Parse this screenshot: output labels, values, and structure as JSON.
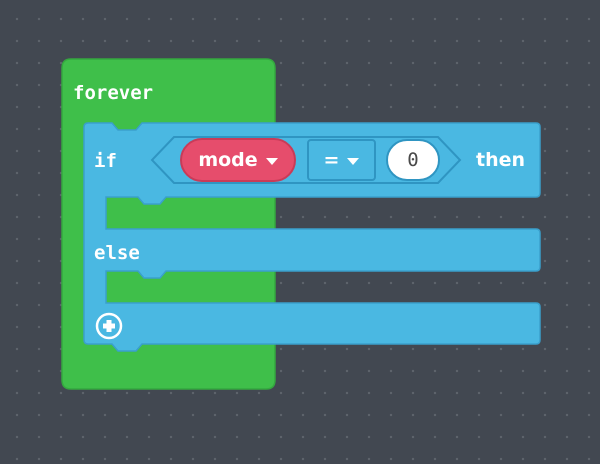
{
  "workspace": {
    "background_color": "#424851",
    "dot_color": "#5e646c"
  },
  "forever_block": {
    "label": "forever",
    "color": "#3fbf4a"
  },
  "if_block": {
    "if_label": "if",
    "then_label": "then",
    "else_label": "else",
    "color": "#4ab8e2",
    "condition": {
      "variable": "mode",
      "variable_color": "#e64d6c",
      "operator": "=",
      "value": "0"
    },
    "add_branch_icon": "plus-circle-icon"
  }
}
